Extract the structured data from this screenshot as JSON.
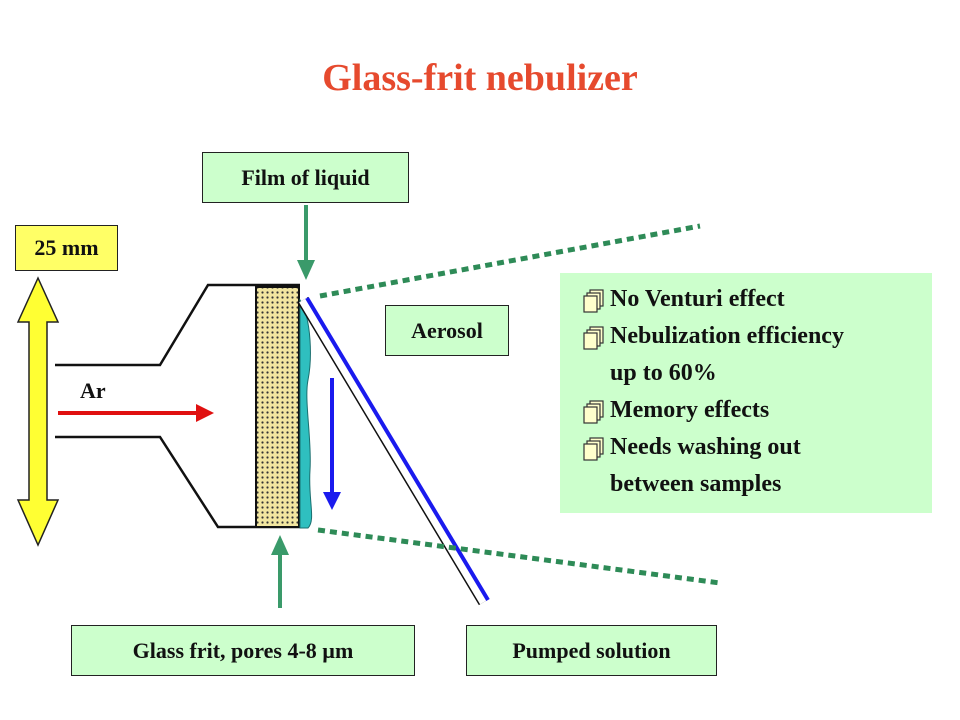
{
  "title": "Glass-frit nebulizer",
  "labels": {
    "film": "Film of liquid",
    "size": "25 mm",
    "aerosol": "Aerosol",
    "gas": "Ar",
    "frit": "Glass frit, pores 4-8 µm",
    "pumped": "Pumped solution"
  },
  "notes": [
    {
      "icon": "stacked-pages-bullet-icon",
      "text": "No Venturi effect"
    },
    {
      "icon": "stacked-pages-bullet-icon",
      "text": "Nebulization efficiency\nup to 60%"
    },
    {
      "icon": "stacked-pages-bullet-icon",
      "text": "Memory effects"
    },
    {
      "icon": "stacked-pages-bullet-icon",
      "text": "Needs washing out\nbetween samples"
    }
  ],
  "colors": {
    "title": "#e64a2e",
    "label_box": "#ccffcc",
    "size_box": "#ffff66",
    "frit": "#f2e6a0",
    "gas_arrow": "#e01010",
    "pointer_arrow": "#3a9a6a",
    "aerosol_dots": "#2e8b57",
    "tube_blue": "#1a1aee",
    "liquid_film": "#2fbfbf"
  }
}
